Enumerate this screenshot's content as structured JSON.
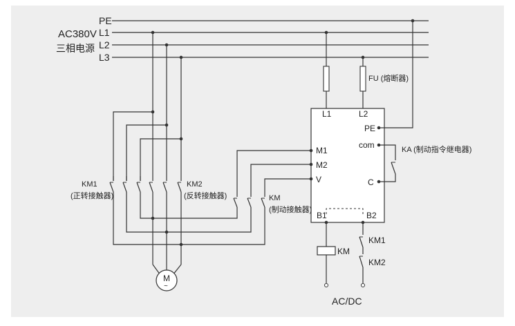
{
  "colors": {
    "background": "#eeeeee",
    "line": "#333333",
    "panel": "#ffffff"
  },
  "supply": {
    "voltage": "AC380V",
    "description": "三相电源",
    "lines": [
      "PE",
      "L1",
      "L2",
      "L3"
    ]
  },
  "fuse": {
    "label": "FU (熔断器)"
  },
  "controller": {
    "top_terminals": [
      "L1",
      "L2"
    ],
    "right_terminals": [
      "PE",
      "com",
      "C"
    ],
    "left_terminals": [
      "M1",
      "M2",
      "V"
    ],
    "bottom_terminals": [
      "B1",
      "B2"
    ]
  },
  "relay": {
    "label": "KA (制动指令继电器)"
  },
  "contactors": {
    "km1": {
      "name": "KM1",
      "desc": "(正转接触器)"
    },
    "km2": {
      "name": "KM2",
      "desc": "(反转接触器)"
    },
    "km": {
      "name": "KM",
      "desc": "(制动接触器)"
    }
  },
  "coil": {
    "label": "KM"
  },
  "contacts": [
    "KM1",
    "KM2"
  ],
  "motor": {
    "label": "M",
    "symbol": "~"
  },
  "power_source": {
    "label": "AC/DC"
  }
}
